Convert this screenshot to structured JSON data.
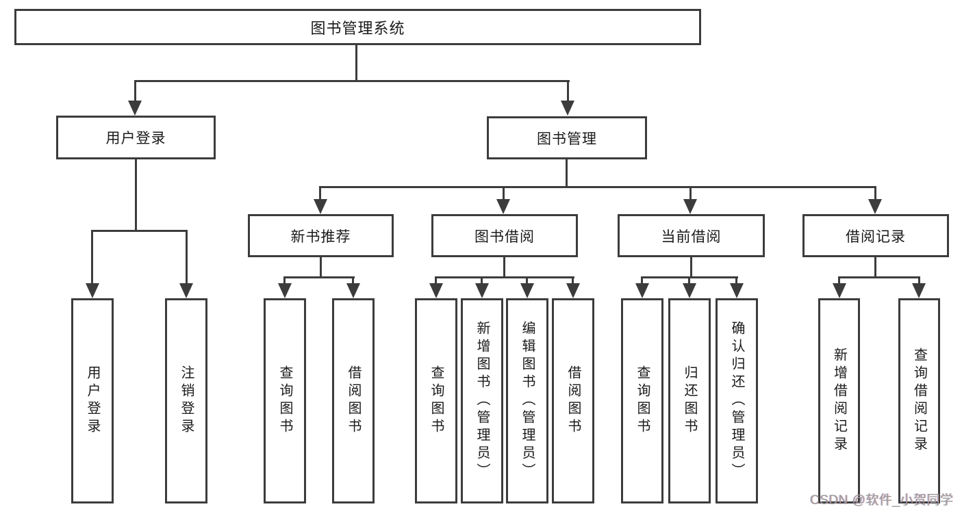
{
  "diagram_title": "图书管理系统",
  "colors": {
    "line": "#3c3c3c",
    "text": "#1a1a1a",
    "watermark": "#9b9b9b",
    "background": "#ffffff"
  },
  "nodes": {
    "root": {
      "label": "图书管理系统"
    },
    "user_login": {
      "label": "用户登录"
    },
    "book_mgmt": {
      "label": "图书管理"
    },
    "new_book_rec": {
      "label": "新书推荐"
    },
    "book_borrow": {
      "label": "图书借阅"
    },
    "current_borrow": {
      "label": "当前借阅"
    },
    "borrow_record": {
      "label": "借阅记录"
    },
    "leaf_user_login": {
      "label": "用户登录"
    },
    "leaf_logout": {
      "label": "注销登录"
    },
    "leaf_query_book_1": {
      "label": "查询图书"
    },
    "leaf_borrow_book_1": {
      "label": "借阅图书"
    },
    "leaf_query_book_2": {
      "label": "查询图书"
    },
    "leaf_add_book": {
      "label": "新增图书（管理员）"
    },
    "leaf_edit_book": {
      "label": "编辑图书（管理员）"
    },
    "leaf_borrow_book_2": {
      "label": "借阅图书"
    },
    "leaf_query_book_3": {
      "label": "查询图书"
    },
    "leaf_return_book": {
      "label": "归还图书"
    },
    "leaf_confirm_return": {
      "label": "确认归还（管理员）"
    },
    "leaf_add_record": {
      "label": "新增借阅记录"
    },
    "leaf_query_record": {
      "label": "查询借阅记录"
    }
  },
  "watermark": {
    "text": "CSDN @软件_小贺同学"
  }
}
